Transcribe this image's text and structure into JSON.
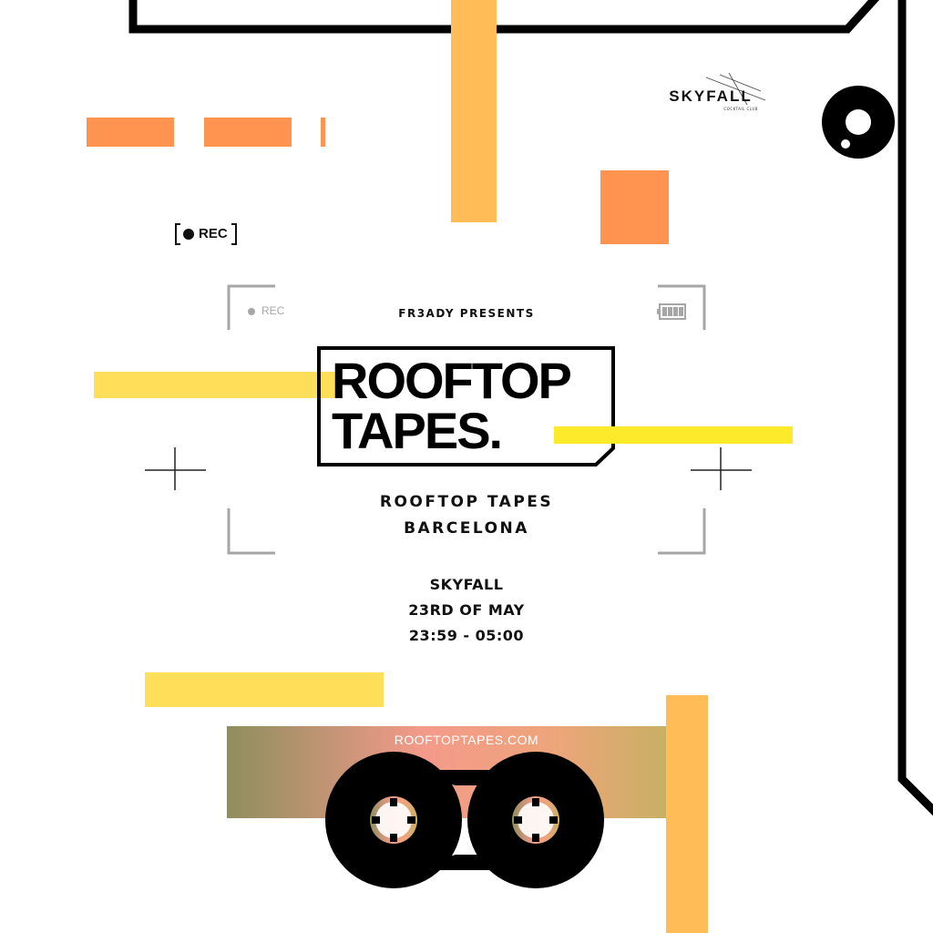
{
  "brand": {
    "skyfall_logo": "SKYFALL",
    "skyfall_logo_sub": "COCKTAIL CLUB"
  },
  "rec_indicator": {
    "label": "REC"
  },
  "viewfinder": {
    "rec_label": "REC"
  },
  "presenter": "FR3ADY PRESENTS",
  "logo": {
    "line1": "ROOFTOP",
    "line2": "TAPES."
  },
  "event": {
    "title_line1": "ROOFTOP TAPES",
    "title_line2": "BARCELONA",
    "venue": "SKYFALL",
    "date": "23RD OF MAY",
    "time": "23:59 - 05:00"
  },
  "website": "ROOFTOPTAPES.COM",
  "colors": {
    "orange": "#FF9350",
    "light_orange": "#FFBC57",
    "yellow": "#FFDE59",
    "bright_yellow": "#FCEA2B",
    "black": "#000000",
    "grey": "#A6A6A6"
  }
}
